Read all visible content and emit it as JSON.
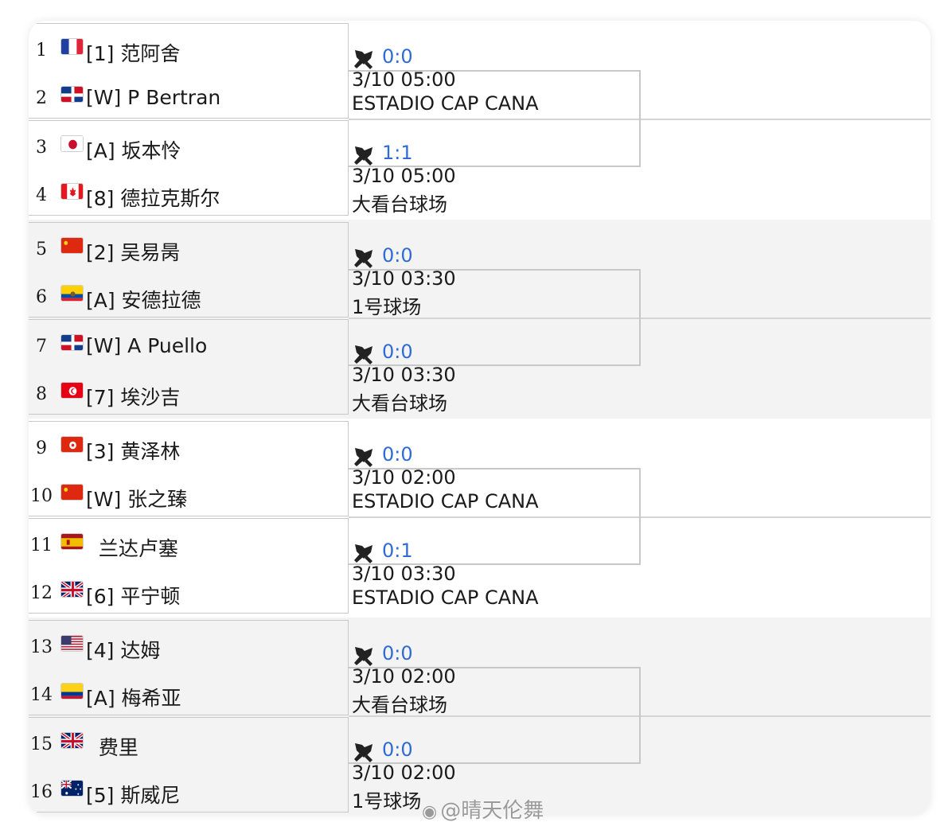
{
  "players": [
    {
      "seed": "1",
      "flag": "fr",
      "name": "[1] 范阿舍"
    },
    {
      "seed": "2",
      "flag": "do",
      "name": "[W] P Bertran"
    },
    {
      "seed": "3",
      "flag": "jp",
      "name": "[A] 坂本怜"
    },
    {
      "seed": "4",
      "flag": "ca",
      "name": "[8] 德拉克斯尔"
    },
    {
      "seed": "5",
      "flag": "cn",
      "name": "[2] 吴易昺"
    },
    {
      "seed": "6",
      "flag": "ec",
      "name": "[A] 安德拉德"
    },
    {
      "seed": "7",
      "flag": "do",
      "name": "[W] A Puello"
    },
    {
      "seed": "8",
      "flag": "tn",
      "name": "[7] 埃沙吉"
    },
    {
      "seed": "9",
      "flag": "hk",
      "name": "[3] 黄泽林"
    },
    {
      "seed": "10",
      "flag": "cn",
      "name": "[W] 张之臻"
    },
    {
      "seed": "11",
      "flag": "es",
      "name": "  兰达卢塞"
    },
    {
      "seed": "12",
      "flag": "gb",
      "name": "[6] 平宁顿"
    },
    {
      "seed": "13",
      "flag": "us",
      "name": "[4] 达姆"
    },
    {
      "seed": "14",
      "flag": "co",
      "name": "[A] 梅希亚"
    },
    {
      "seed": "15",
      "flag": "gb",
      "name": "  费里"
    },
    {
      "seed": "16",
      "flag": "au",
      "name": "[5] 斯威尼"
    }
  ],
  "matches": [
    {
      "score": "0:0",
      "time": "3/10 05:00",
      "venue": "ESTADIO CAP CANA"
    },
    {
      "score": "1:1",
      "time": "3/10 05:00",
      "venue": "大看台球场"
    },
    {
      "score": "0:0",
      "time": "3/10 03:30",
      "venue": "1号球场"
    },
    {
      "score": "0:0",
      "time": "3/10 03:30",
      "venue": "大看台球场"
    },
    {
      "score": "0:0",
      "time": "3/10 02:00",
      "venue": "ESTADIO CAP CANA"
    },
    {
      "score": "0:1",
      "time": "3/10 03:30",
      "venue": "ESTADIO CAP CANA"
    },
    {
      "score": "0:0",
      "time": "3/10 02:00",
      "venue": "大看台球场"
    },
    {
      "score": "0:0",
      "time": "3/10 02:00",
      "venue": "1号球场"
    }
  ],
  "match_icon": "tennis-rackets-icon",
  "watermark": {
    "logo": "weibo-logo-icon",
    "text": "@晴天伦舞"
  },
  "colors": {
    "score": "#2f6bd6",
    "band_alt": "#f3f3f3",
    "border": "#c8c8c8"
  }
}
